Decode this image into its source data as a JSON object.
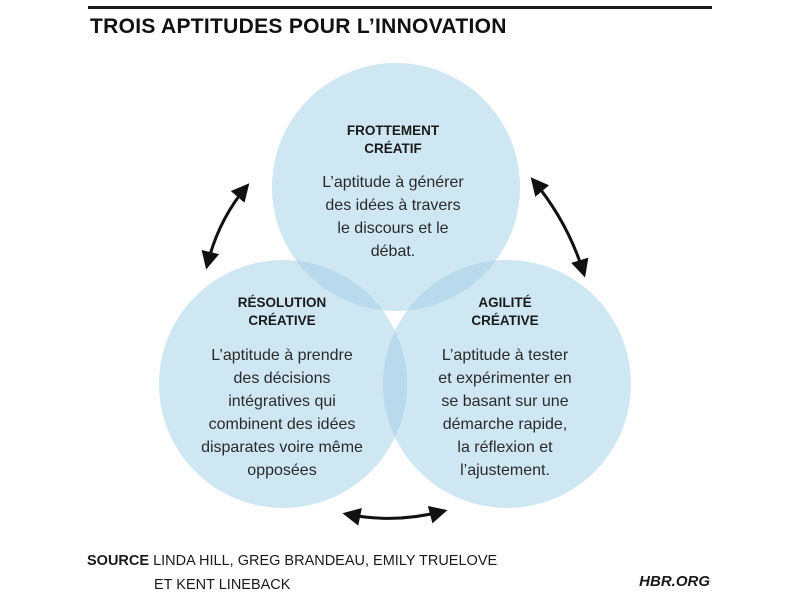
{
  "title": "TROIS APTITUDES POUR L’INNOVATION",
  "colors": {
    "circle_fill": "#cfe6f3",
    "overlap_fill": "#b9d9ec",
    "arrow": "#111111"
  },
  "circles": [
    {
      "id": "frottement",
      "title": [
        "FROTTEMENT",
        "CRÉATIF"
      ],
      "text": [
        "L’aptitude à générer",
        "des idées à travers",
        "le discours et le",
        "débat."
      ]
    },
    {
      "id": "resolution",
      "title": [
        "RÉSOLUTION",
        "CRÉATIVE"
      ],
      "text": [
        "L’aptitude à prendre",
        "des décisions",
        "intégratives qui",
        "combinent des idées",
        "disparates voire même",
        "opposées"
      ]
    },
    {
      "id": "agilite",
      "title": [
        "AGILITÉ",
        "CRÉATIVE"
      ],
      "text": [
        "L’aptitude à tester",
        "et expérimenter en",
        "se basant sur une",
        "démarche rapide,",
        "la réflexion et",
        "l’ajustement."
      ]
    }
  ],
  "source": {
    "label": "SOURCE",
    "line1": "LINDA HILL, GREG BRANDEAU, EMILY TRUELOVE",
    "line2": "ET KENT LINEBACK"
  },
  "brand": "HBR.ORG"
}
